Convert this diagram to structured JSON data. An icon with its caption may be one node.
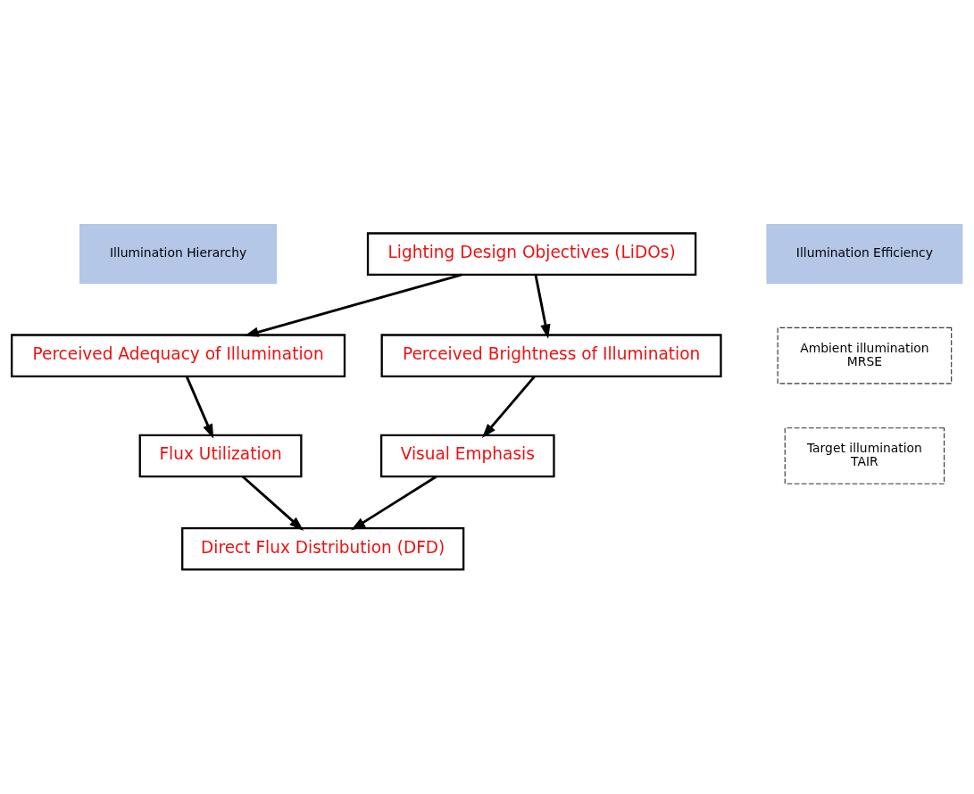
{
  "diagram": {
    "nodes": [
      {
        "text": [
          "Lighting Design Objectives (LiDOs)"
        ]
      },
      {
        "text": [
          "Illumination Efficiency"
        ]
      },
      {
        "text": [
          "Illumination Hierarchy"
        ]
      },
      {
        "text": [
          "Ambient illumination",
          "MRSE"
        ]
      },
      {
        "text": [
          "Perceived Adequacy of Illumination"
        ]
      },
      {
        "text": [
          "Perceived Brightness of Illumination"
        ]
      },
      {
        "text": [
          "Target illumination",
          "TAIR"
        ]
      },
      {
        "text": [
          "Flux Utilization"
        ]
      },
      {
        "text": [
          "Visual Emphasis"
        ]
      },
      {
        "text": [
          "Direct Flux Distribution (DFD)"
        ]
      }
    ],
    "edges": [
      {
        "from": 0,
        "to": 4,
        "arrow": "to"
      },
      {
        "from": 0,
        "to": 5,
        "arrow": "to"
      },
      {
        "from": 4,
        "to": 7,
        "arrow": "to"
      },
      {
        "from": 5,
        "to": 8,
        "arrow": "to"
      },
      {
        "from": 7,
        "to": 9,
        "arrow": "to"
      },
      {
        "from": 8,
        "to": 9,
        "arrow": "to"
      }
    ]
  }
}
